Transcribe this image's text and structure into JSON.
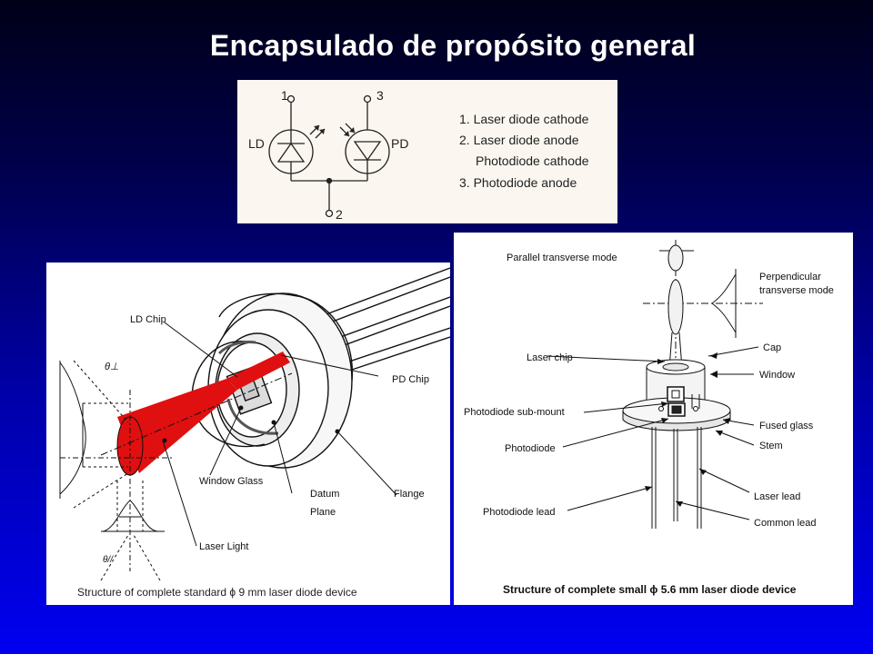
{
  "slide": {
    "title": "Encapsulado de propósito general"
  },
  "pin_diagram": {
    "ld_label": "LD",
    "pd_label": "PD",
    "pin1": "1",
    "pin2": "2",
    "pin3": "3",
    "legend": [
      "1. Laser diode cathode",
      "2. Laser diode anode",
      "Photodiode cathode",
      "3. Photodiode anode"
    ]
  },
  "left_figure": {
    "labels": {
      "ld_chip": "LD Chip",
      "pd_chip": "PD Chip",
      "window_glass": "Window Glass",
      "datum": "Datum",
      "plane": "Plane",
      "flange": "Flange",
      "laser_light": "Laser Light",
      "theta_perp": "θ⊥",
      "theta_par": "θ//"
    },
    "caption": "Structure of complete standard ϕ 9  mm laser diode device",
    "beam_color": "#e01010"
  },
  "right_figure": {
    "labels": {
      "parallel": "Parallel transverse mode",
      "perp1": "Perpendicular",
      "perp2": "transverse mode",
      "cap": "Cap",
      "laser_chip": "Laser chip",
      "window": "Window",
      "submount": "Photodiode sub-mount",
      "fused_glass": "Fused glass",
      "photodiode": "Photodiode",
      "stem": "Stem",
      "laser_lead": "Laser lead",
      "pd_lead": "Photodiode lead",
      "common_lead": "Common lead"
    },
    "caption": "Structure of complete small  ϕ 5.6 mm laser diode device"
  }
}
